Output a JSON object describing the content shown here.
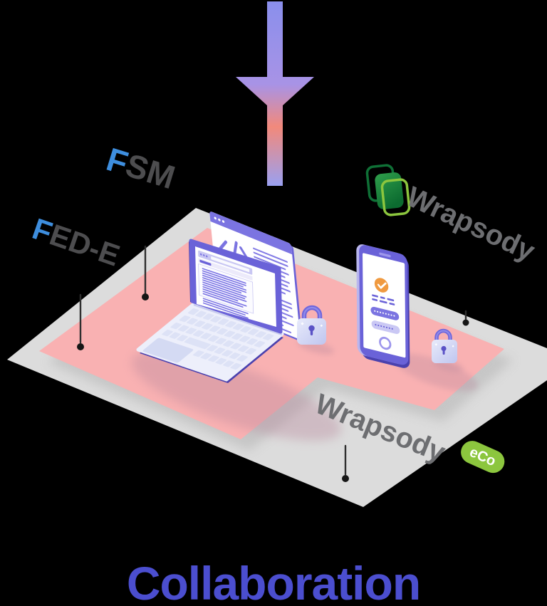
{
  "scene": {
    "title": {
      "text": "Collaboration",
      "color": "#4b4ecf"
    },
    "labels": {
      "fsm": {
        "prefix": "F",
        "rest": "SM",
        "prefix_color": "#3e8ede",
        "rest_color": "#4d4d4f"
      },
      "fede": {
        "prefix": "F",
        "rest": "ED-E",
        "prefix_color": "#3e8ede",
        "rest_color": "#4d4d4f"
      },
      "wrapsody_top": {
        "text": "Wrapsody",
        "color": "#6d6e71"
      },
      "wrapsody_bottom": {
        "text": "Wrapsody",
        "color": "#6d6e71"
      },
      "eco_badge": {
        "text": "eCo",
        "bg_color": "#8cc63e",
        "text_color": "#ffffff"
      }
    },
    "colors": {
      "background": "#000000",
      "pink_platform": "#f9b1b2",
      "gray_platform": "#dcdcdc",
      "platform_shadow": "#bfbfbf",
      "device_purple": "#6a62d8",
      "device_purple_deep": "#3f3694",
      "window_purple": "#7b74e1",
      "lavender": "#c9c7f3",
      "screen_white": "#ffffff",
      "deck_light": "#edeffb",
      "key_light": "#dde2f6",
      "lock_body": "#d6daf6",
      "check_orange": "#f09a40",
      "doc_green_dark": "#0f7036",
      "doc_green_mid": "#2f9e4b",
      "doc_green_light": "#8cc63e",
      "pin_line": "#2f2f2f",
      "pin_dot": "#161616",
      "arrow_gradient": [
        "#8a8fec",
        "#a893e6",
        "#f2897b",
        "#9aa0f1"
      ]
    },
    "icons": [
      {
        "name": "down-arrow-gradient"
      },
      {
        "name": "wrapsody-documents-icon"
      },
      {
        "name": "code-window-illustration"
      },
      {
        "name": "laptop-illustration"
      },
      {
        "name": "smartphone-illustration"
      },
      {
        "name": "padlock-icon-left"
      },
      {
        "name": "padlock-icon-right"
      },
      {
        "name": "pin-marker-fsm"
      },
      {
        "name": "pin-marker-fede"
      },
      {
        "name": "pin-marker-wrapsody"
      },
      {
        "name": "pin-marker-eco"
      }
    ]
  }
}
